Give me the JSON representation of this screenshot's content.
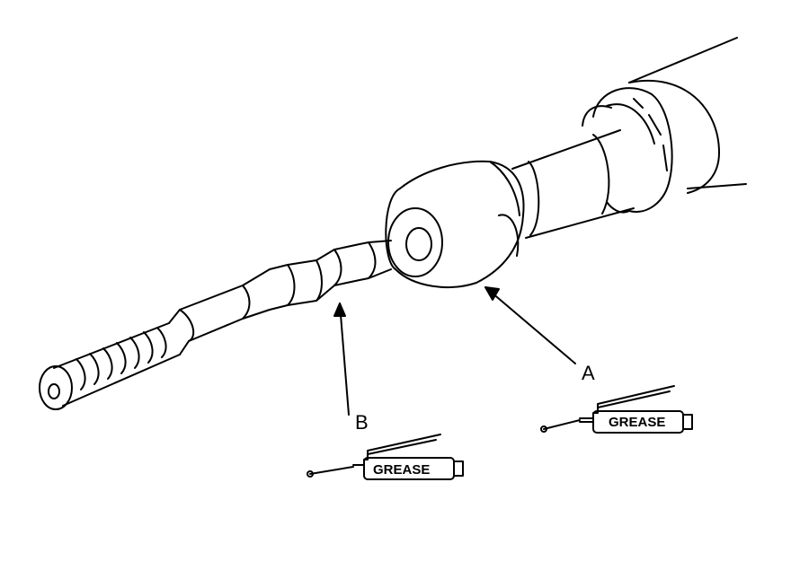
{
  "callouts": {
    "a": "A",
    "b": "B"
  },
  "grease_guns": [
    {
      "label": "GREASE"
    },
    {
      "label": "GREASE"
    }
  ],
  "colors": {
    "line": "#000000",
    "background": "#ffffff"
  }
}
